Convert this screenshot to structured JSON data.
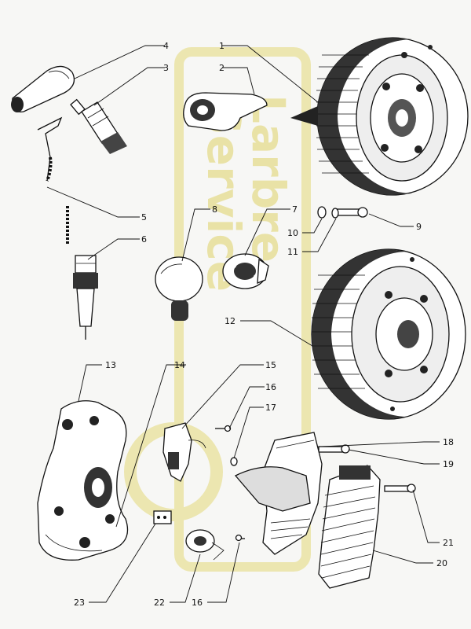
{
  "watermark": {
    "line1": "Larbre",
    "line2": "Service",
    "color": "#e9e2a6"
  },
  "callouts": [
    "1",
    "2",
    "3",
    "4",
    "5",
    "6",
    "7",
    "8",
    "9",
    "10",
    "11",
    "12",
    "13",
    "14",
    "15",
    "16",
    "17",
    "18",
    "19",
    "20",
    "21",
    "22",
    "23",
    "16"
  ],
  "colors": {
    "ink": "#111111",
    "paper": "#f7f7f5"
  }
}
